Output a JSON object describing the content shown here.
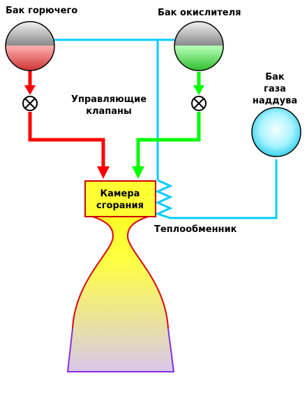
{
  "labels": {
    "fuel_tank": "Бак горючего",
    "oxidizer_tank": "Бак окислителя",
    "pressurant_tank": [
      "Бак",
      "газа",
      "наддува"
    ],
    "control_valves": [
      "Управляющие",
      "клапаны"
    ],
    "combustion_chamber": [
      "Камера",
      "сгорания"
    ],
    "heat_exchanger": "Теплообменник"
  },
  "colors": {
    "fuel_line": "#ff0000",
    "oxidizer_line": "#00ff00",
    "pressurant_line": "#00ccff",
    "chamber_fill": "#ffff33",
    "chamber_stroke": "#cc0000",
    "nozzle_exit": "#d8c8e8",
    "nozzle_stroke": "#8a2be2"
  }
}
